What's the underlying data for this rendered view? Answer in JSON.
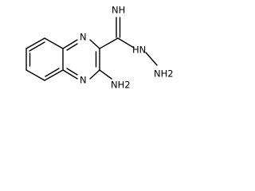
{
  "molecule": {
    "atoms": {
      "n_ring_top": "N",
      "n_ring_bottom": "N",
      "imine": "NH",
      "hydrazine": "HN",
      "terminal_amine": "NH2",
      "amino": "NH2"
    },
    "colors": {
      "bond": "#000000",
      "label": "#000000",
      "background": "#ffffff"
    }
  }
}
